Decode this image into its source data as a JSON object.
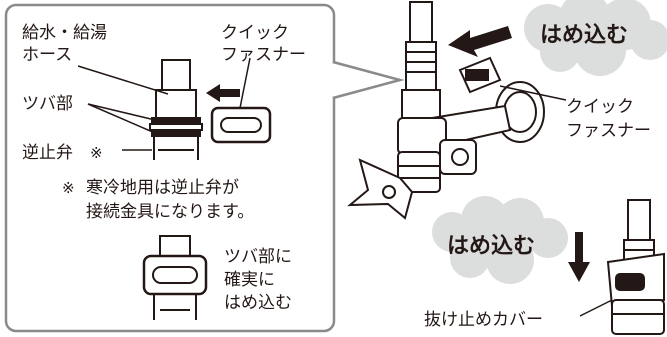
{
  "inset": {
    "hose_label_line1": "給水・給湯",
    "hose_label_line2": "ホース",
    "fastener_label_line1": "クイック",
    "fastener_label_line2": "ファスナー",
    "flange_label": "ツバ部",
    "check_valve_label": "逆止弁",
    "check_valve_mark": "※",
    "note_mark": "※",
    "note_line1": "寒冷地用は逆止弁が",
    "note_line2": "接続金具になります。",
    "fit_line1": "ツバ部に",
    "fit_line2": "確実に",
    "fit_line3": "はめ込む"
  },
  "main": {
    "push_in_top": "はめ込む",
    "fastener_line1": "クイック",
    "fastener_line2": "ファスナー",
    "push_in_bottom": "はめ込む",
    "retaining_cover": "抜け止めカバー"
  },
  "colors": {
    "ink": "#231815",
    "cloud": "#dcdddd",
    "frame": "#8a8a8a",
    "panel": "#ffffff"
  }
}
